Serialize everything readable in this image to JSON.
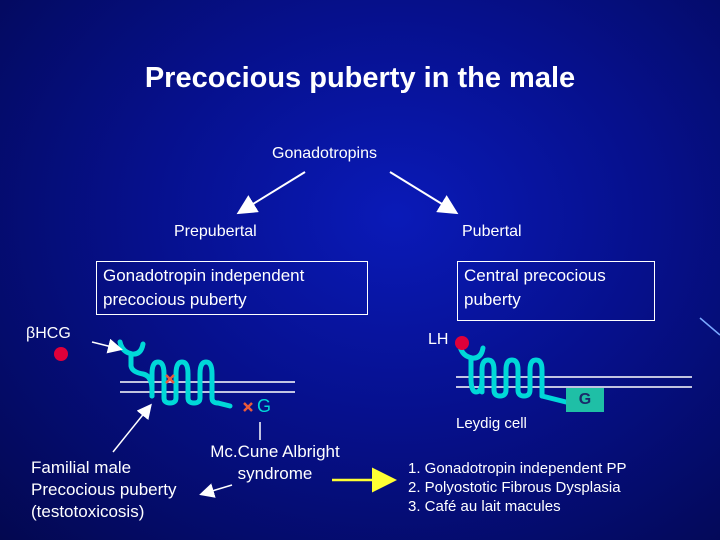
{
  "title": "Precocious puberty in the male",
  "root": "Gonadotropins",
  "branches": {
    "left": "Prepubertal",
    "right": "Pubertal"
  },
  "boxes": {
    "left": "Gonadotropin independent precocious puberty",
    "right": "Central precocious puberty"
  },
  "labels": {
    "bhcg": "βHCG",
    "lh": "LH",
    "g_left": "G",
    "g_right": "G",
    "leydig": "Leydig cell",
    "mccune": "Mc.Cune Albright syndrome",
    "familial": "Familial male Precocious puberty (testotoxicosis)"
  },
  "list": [
    "1. Gonadotropin independent PP",
    "2. Polyostotic Fibrous Dysplasia",
    "3. Café au lait macules"
  ],
  "colors": {
    "background": "#06108c",
    "receptor": "#00d8d8",
    "ligand": "#e0003a",
    "mutation": "#e85a3a",
    "arrow_yellow": "#ffff33"
  }
}
